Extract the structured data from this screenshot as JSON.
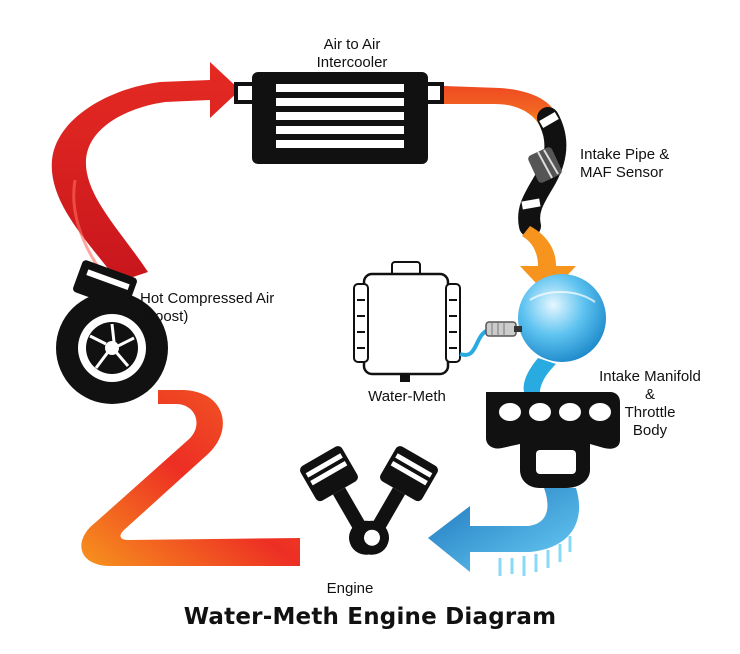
{
  "title": "Water-Meth Engine Diagram",
  "labels": {
    "intercooler": "Air to Air\nIntercooler",
    "intake_pipe": "Intake Pipe &\nMAF Sensor",
    "turbo": "Hot Compressed Air\n(Boost)",
    "water_meth": "Water-Meth",
    "intake_manifold": "Intake Manifold\n&\nThrottle\nBody",
    "engine": "Engine"
  },
  "colors": {
    "hot": "#c8161d",
    "warm": "#f26522",
    "amber": "#f7941d",
    "cool": "#29abe2",
    "ink": "#111111"
  }
}
